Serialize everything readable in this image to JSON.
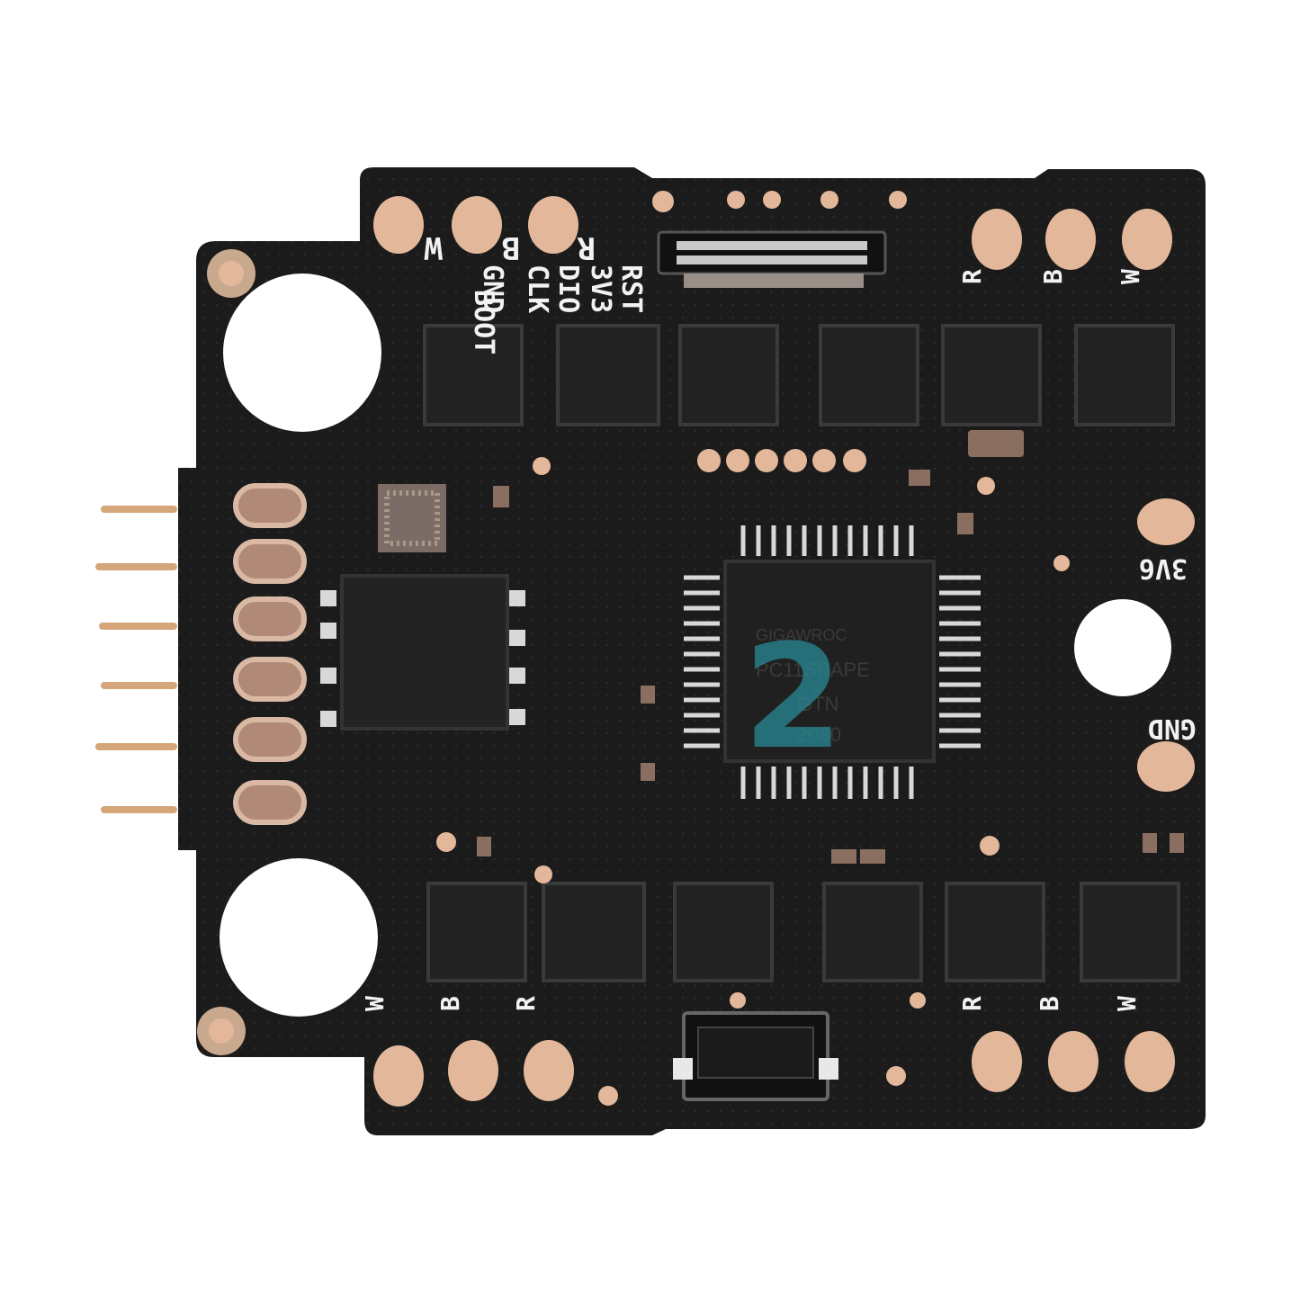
{
  "colors": {
    "board": "#1b1b1b",
    "copper_pad": "#e3b89a",
    "silkscreen": "#f2f2f2",
    "chip": "#222222",
    "pin": "#d8d8d8",
    "header_pin": "#d4a67a",
    "marker": "#2a8a96"
  },
  "labels": {
    "top_left_w": "W",
    "top_left_b": "B",
    "top_left_r": "R",
    "boot": "BOOT",
    "gnd_top": "GND",
    "clk": "CLK",
    "dio": "DIO",
    "v33": "3V3",
    "rst": "RST",
    "top_right_r": "R",
    "top_right_b": "B",
    "top_right_w": "W",
    "v36": "3V6",
    "gnd_right": "GND",
    "bottom_left_w": "W",
    "bottom_left_b": "B",
    "bottom_left_r": "R",
    "bottom_right_r": "R",
    "bottom_right_b": "B",
    "bottom_right_w": "W"
  },
  "chip_marking": {
    "line1": "GIGAWROC",
    "line2": "PC11SBAPE",
    "line3": "GTN",
    "line4": "2030"
  },
  "marker_digit": "2",
  "icons": {
    "header": "pin-header-icon",
    "mount_hole": "mount-hole-icon"
  }
}
